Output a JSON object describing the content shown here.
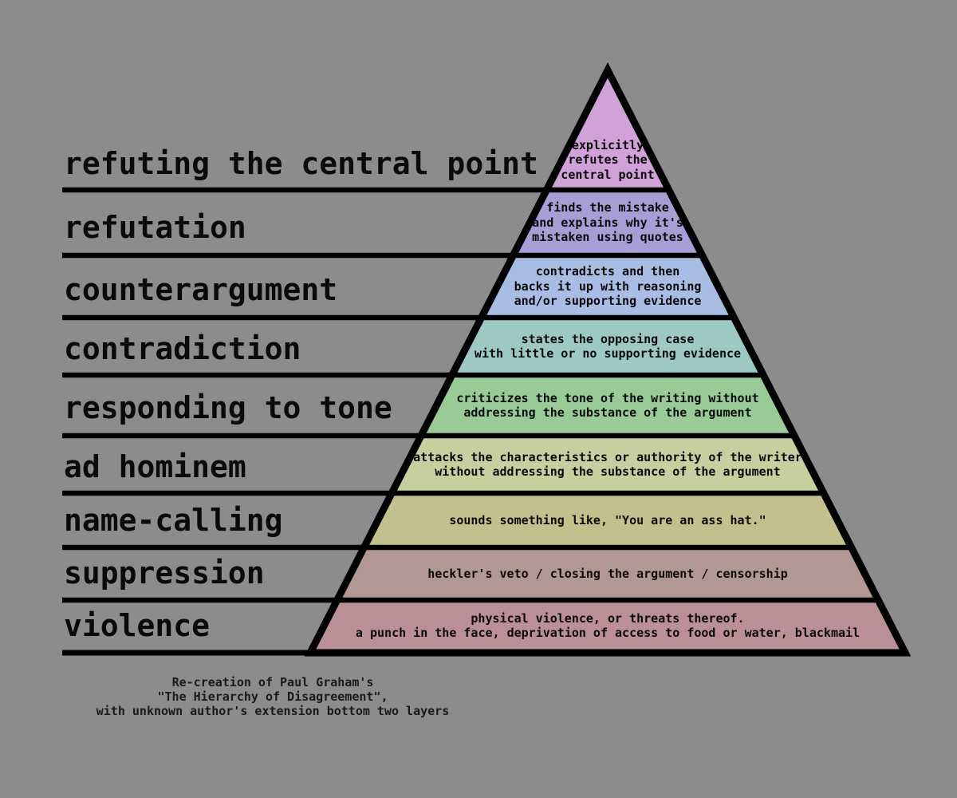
{
  "background_color": "#8c8c8c",
  "line_color": "#000000",
  "text_color": "#0a0a0a",
  "pyramid": {
    "title_implicit": "The Hierarchy of Disagreement",
    "layers": [
      {
        "label": "refuting the central point",
        "description": "explicitly\nrefutes the\ncentral point",
        "color": "#d0a2d8"
      },
      {
        "label": "refutation",
        "description": "finds the mistake\nand explains why it's\nmistaken using quotes",
        "color": "#a89ed6"
      },
      {
        "label": "counterargument",
        "description": "contradicts and then\nbacks it up with reasoning\nand/or supporting evidence",
        "color": "#a9bce4"
      },
      {
        "label": "contradiction",
        "description": "states the opposing case\nwith little or no supporting evidence",
        "color": "#9ccac3"
      },
      {
        "label": "responding to tone",
        "description": "criticizes the tone of the writing without\naddressing the substance of the argument",
        "color": "#99cb98"
      },
      {
        "label": "ad hominem",
        "description": "attacks the characteristics or authority of the writer\nwithout addressing the substance of the argument",
        "color": "#c7cf9e"
      },
      {
        "label": "name-calling",
        "description": "sounds something like, \"You are an ass hat.\"",
        "color": "#c2c08c"
      },
      {
        "label": "suppression",
        "description": "heckler's veto / closing the argument / censorship",
        "color": "#b29892"
      },
      {
        "label": "violence",
        "description": "physical violence, or threats thereof.\na punch in the face, deprivation of access to food or water, blackmail",
        "color": "#bb8f96"
      }
    ]
  },
  "footer": {
    "caption": "Re-creation of Paul Graham's\n\"The Hierarchy of Disagreement\",\nwith unknown author's extension bottom two layers"
  }
}
